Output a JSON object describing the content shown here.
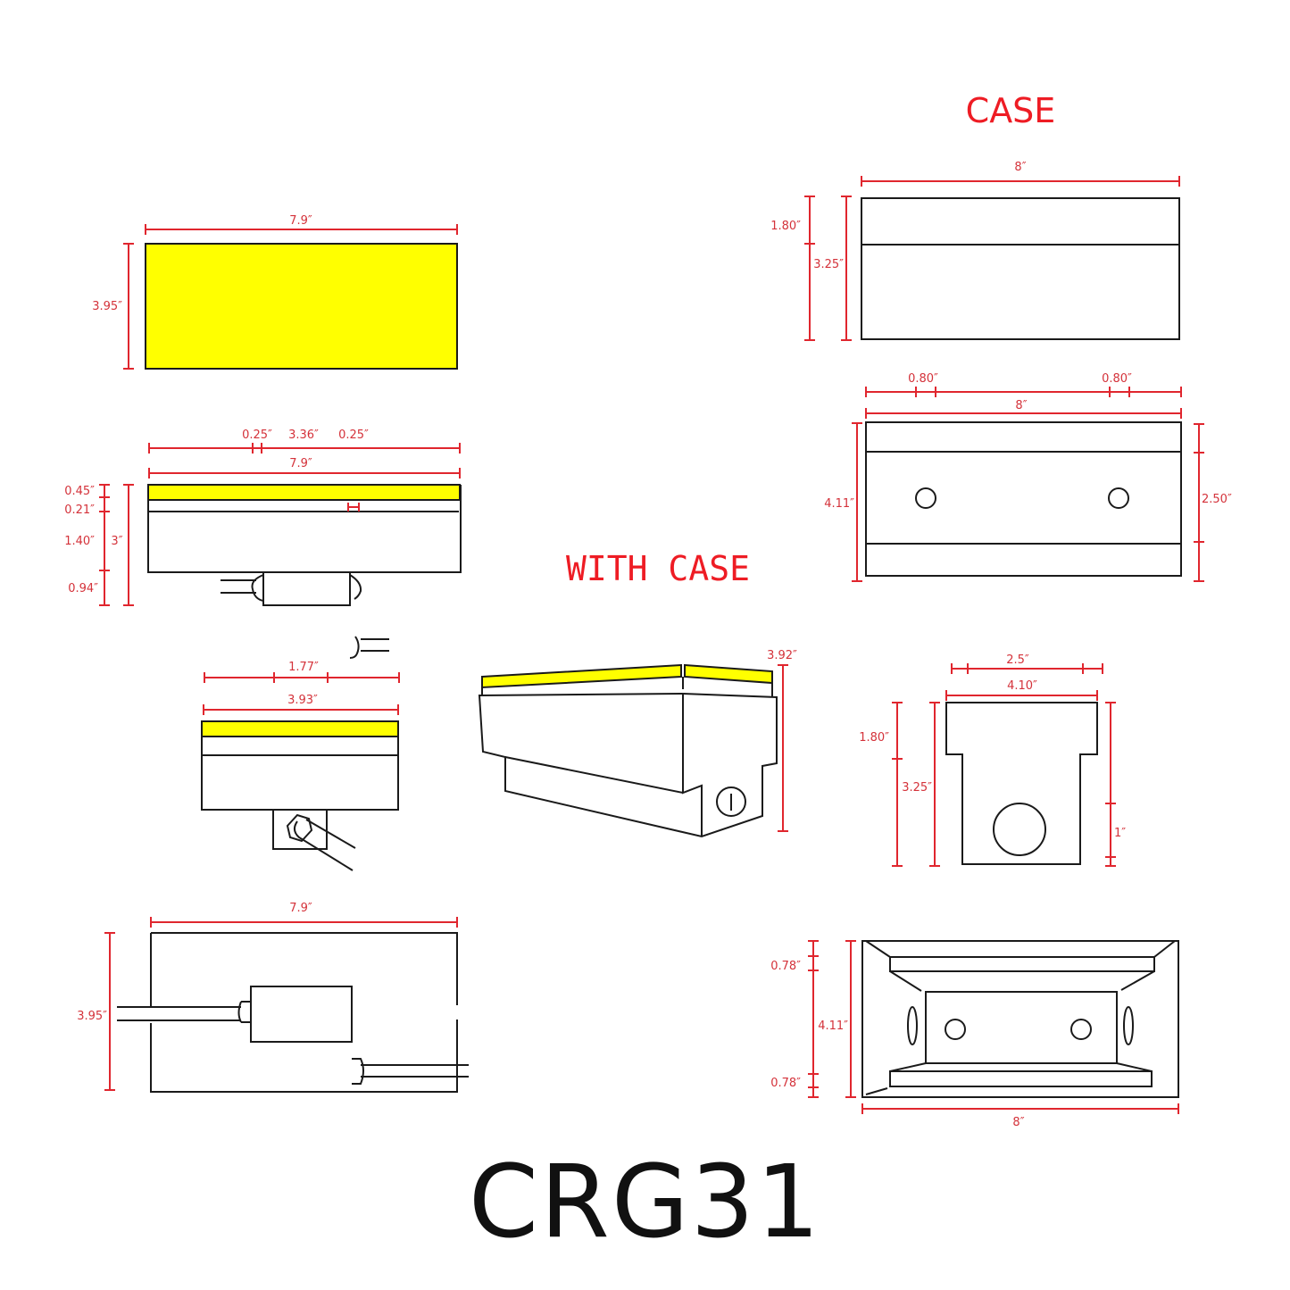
{
  "titles": {
    "case": "CASE",
    "with_case": "WITH CASE",
    "model": "CRG31"
  },
  "colors": {
    "dimension": "#e0262e",
    "lens": "#ffff00",
    "outline": "#1a1a1a"
  },
  "views": {
    "top_lens": {
      "width": "7.9″",
      "height": "3.95″"
    },
    "front_side": {
      "top_segments": [
        "0.25″",
        "3.36″",
        "0.25″"
      ],
      "width": "7.9″",
      "stack": [
        "0.45″",
        "0.21″",
        "1.40″",
        "0.94″"
      ],
      "total_height": "3″"
    },
    "end_side": {
      "inner": "1.77″",
      "width": "3.93″"
    },
    "bottom": {
      "width": "7.9″",
      "height": "3.95″"
    },
    "with_case_iso": {
      "height": "3.92″"
    },
    "case_front": {
      "width": "8″",
      "upper": "1.80″",
      "total": "3.25″"
    },
    "case_top": {
      "offsets": [
        "0.80″",
        "0.80″"
      ],
      "width": "8″",
      "depth": "4.11″",
      "inner": "2.50″"
    },
    "case_end": {
      "inner_width": "2.5″",
      "width": "4.10″",
      "upper": "1.80″",
      "total": "3.25″",
      "hole": "1″"
    },
    "case_bottom": {
      "lip_top": "0.78″",
      "depth": "4.11″",
      "lip_bottom": "0.78″",
      "width": "8″"
    }
  }
}
